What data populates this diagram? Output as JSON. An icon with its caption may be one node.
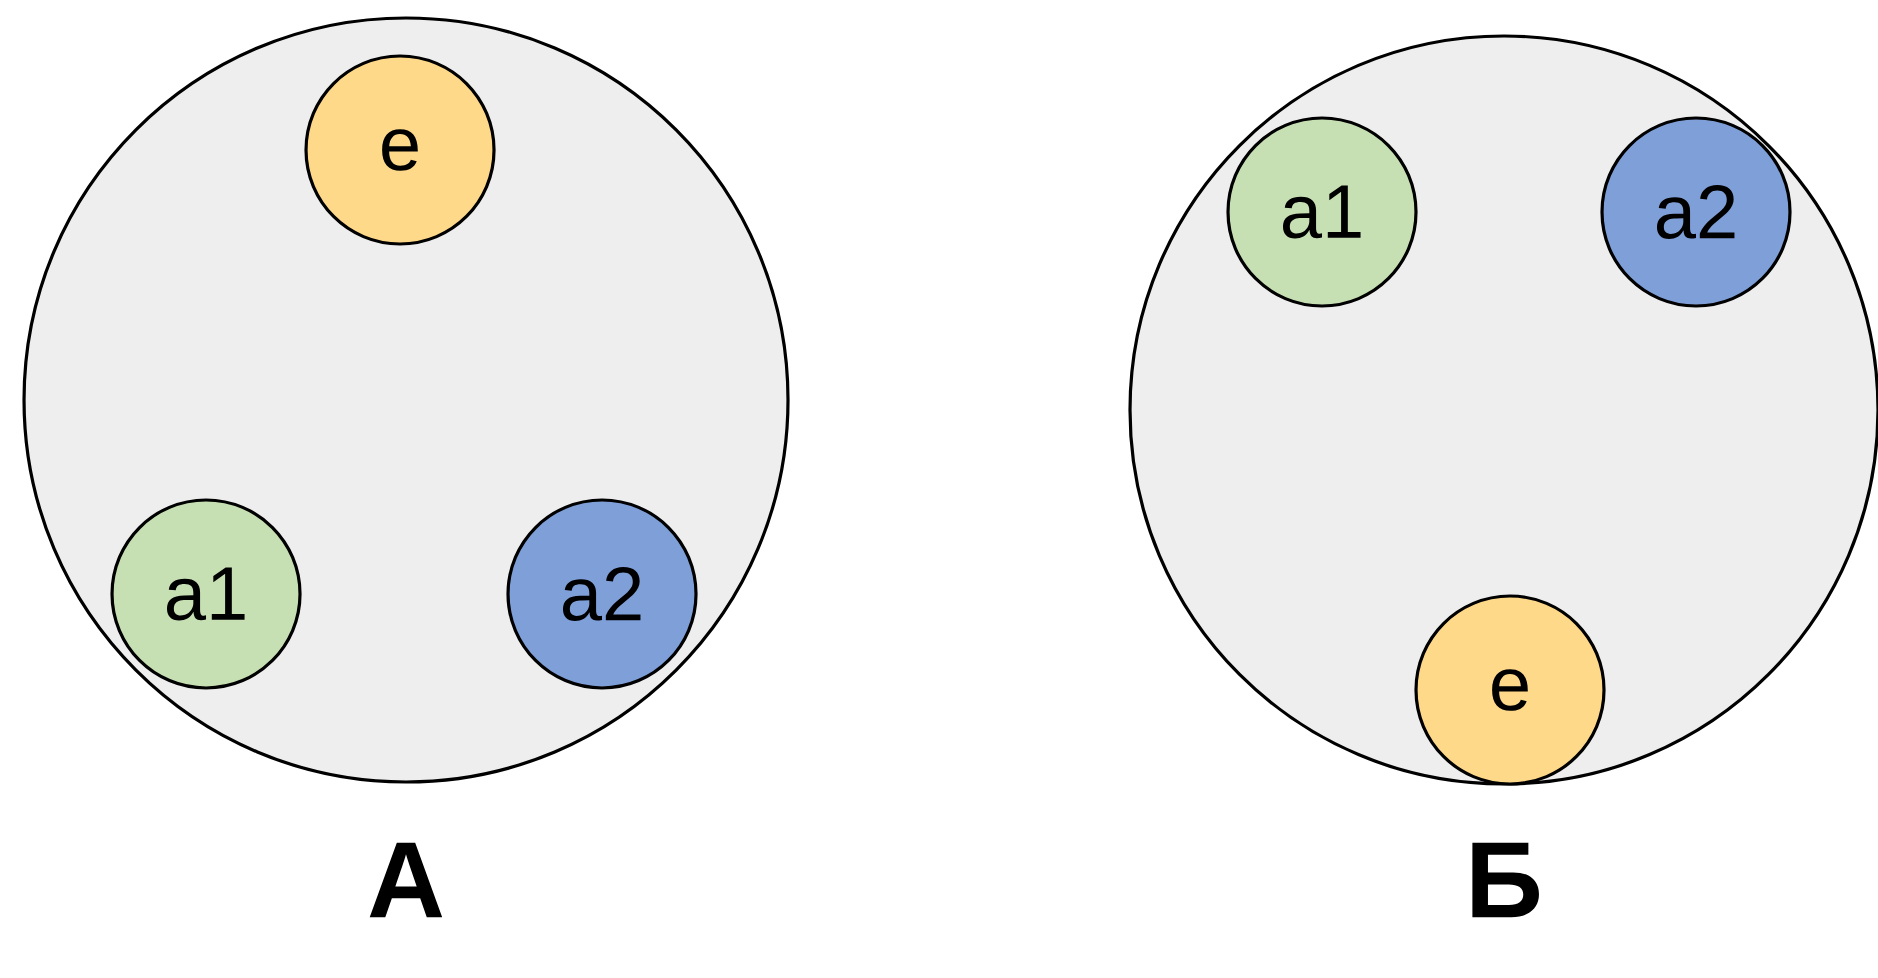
{
  "diagram": {
    "nodes": [
      {
        "text": [
          "А"
        ]
      },
      {
        "text": [
          "e"
        ],
        "in": 0
      },
      {
        "text": [
          "a1"
        ],
        "in": 0
      },
      {
        "text": [
          "a2"
        ],
        "in": 0
      },
      {
        "text": [
          "Б"
        ]
      },
      {
        "text": [
          "a1"
        ],
        "in": 4
      },
      {
        "text": [
          "a2"
        ],
        "in": 4
      },
      {
        "text": [
          "e"
        ],
        "in": 4
      }
    ]
  }
}
